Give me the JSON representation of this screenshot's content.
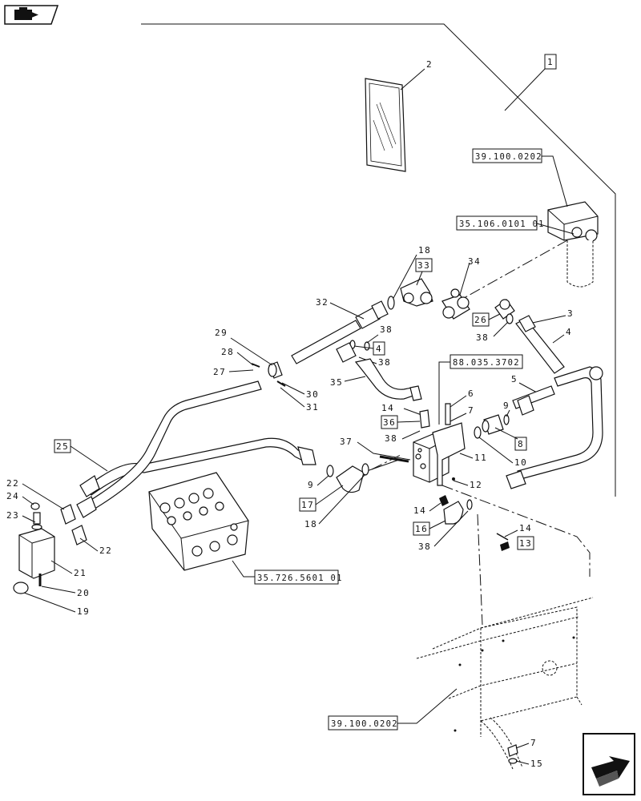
{
  "corner_icons": {
    "top_left": "folder-arrow-icon",
    "bottom_right": "next-page-arrow-icon"
  },
  "box_labels": {
    "b1": "1",
    "b33": "33",
    "b4": "4",
    "b26": "26",
    "b36": "36",
    "b8": "8",
    "b17": "17",
    "b16": "16",
    "b13": "13",
    "b25": "25"
  },
  "references": {
    "r_filter_top": "39.100.0202",
    "r_filter": "35.106.0101 01",
    "r_bracket": "88.035.3702",
    "r_valve": "35.726.5601 01",
    "r_frame": "39.100.0202"
  },
  "callouts": {
    "n2": "2",
    "n3": "3",
    "n4": "4",
    "n5": "5",
    "n6": "6",
    "n7": "7",
    "n9": "9",
    "n10": "10",
    "n11": "11",
    "n12": "12",
    "n14": "14",
    "n14b": "14",
    "n14c": "14",
    "n18": "18",
    "n18b": "18",
    "n19": "19",
    "n20": "20",
    "n21": "21",
    "n22": "22",
    "n22b": "22",
    "n23": "23",
    "n24": "24",
    "n27": "27",
    "n28": "28",
    "n29": "29",
    "n30": "30",
    "n31": "31",
    "n32": "32",
    "n34": "34",
    "n35": "35",
    "n37": "37",
    "n38": "38",
    "n38b": "38",
    "n38c": "38",
    "n38d": "38",
    "n38e": "38",
    "n9b": "9",
    "n7b": "7",
    "n15": "15"
  }
}
